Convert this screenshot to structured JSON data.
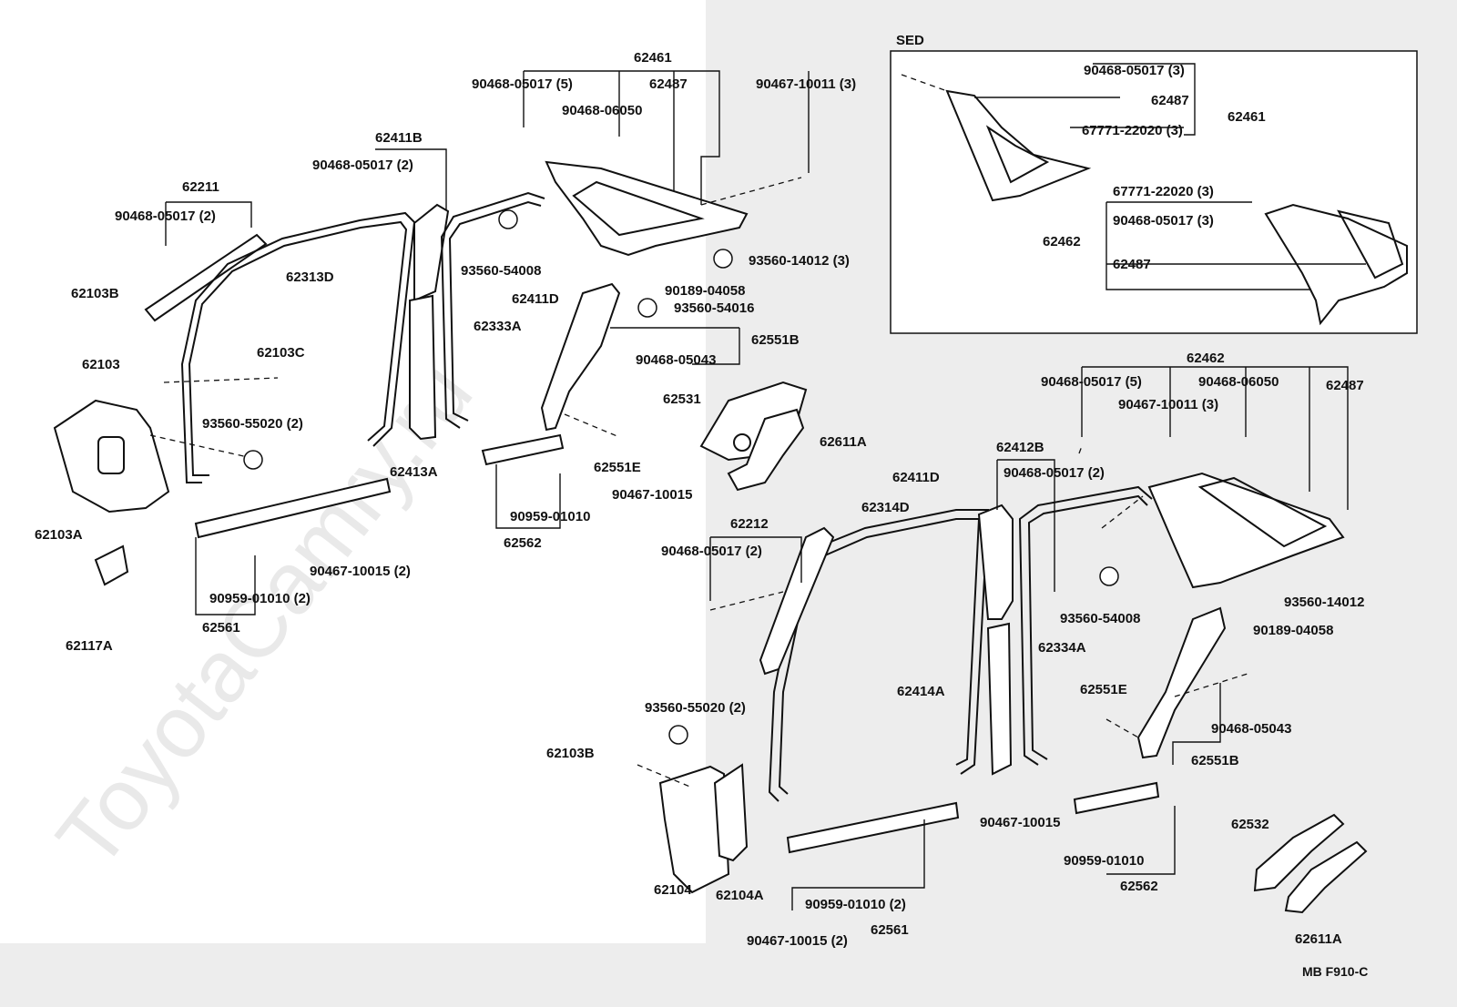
{
  "watermark": "ToyotaCamry.ru",
  "sed_label": "SED",
  "footer_code": "MB F910-C",
  "labels": {
    "l62461": "62461",
    "l90468_05017_5": "90468-05017 (5)",
    "l62487": "62487",
    "l90467_10011_3": "90467-10011 (3)",
    "l90468_06050": "90468-06050",
    "l62411B": "62411B",
    "l90468_05017_2a": "90468-05017 (2)",
    "l62211": "62211",
    "l90468_05017_2b": "90468-05017 (2)",
    "l62313D": "62313D",
    "l93560_54008": "93560-54008",
    "l62411D": "62411D",
    "l90189_04058": "90189-04058",
    "l93560_54016": "93560-54016",
    "l93560_14012_3": "93560-14012 (3)",
    "l62103B": "62103B",
    "l62103": "62103",
    "l62103C": "62103C",
    "l62333A": "62333A",
    "l62551B": "62551B",
    "l90468_05043": "90468-05043",
    "l93560_55020_2": "93560-55020 (2)",
    "l62413A": "62413A",
    "l62531": "62531",
    "l62611A": "62611A",
    "l62551E": "62551E",
    "l90467_10015": "90467-10015",
    "l90959_01010": "90959-01010",
    "l62562": "62562",
    "l62103A": "62103A",
    "l90467_10015_2": "90467-10015 (2)",
    "l90959_01010_2": "90959-01010 (2)",
    "l62561": "62561",
    "l62117A": "62117A",
    "s90468_05017_3": "90468-05017 (3)",
    "s62487": "62487",
    "s62461": "62461",
    "s67771_22020_3": "67771-22020 (3)",
    "s67771_22020_3b": "67771-22020 (3)",
    "s90468_05017_3b": "90468-05017 (3)",
    "s62462": "62462",
    "s62487b": "62487",
    "r62462": "62462",
    "r90468_05017_5": "90468-05017 (5)",
    "r90468_06050": "90468-06050",
    "r62487": "62487",
    "r90467_10011_3": "90467-10011 (3)",
    "r62412B": "62412B",
    "r62411D": "62411D",
    "r90468_05017_2": "90468-05017 (2)",
    "r62314D": "62314D",
    "r62212": "62212",
    "r90468_05017_2b": "90468-05017 (2)",
    "r93560_54008": "93560-54008",
    "r93560_14012": "93560-14012",
    "r90189_04058": "90189-04058",
    "r62334A": "62334A",
    "r62414A": "62414A",
    "r62551E": "62551E",
    "r90468_05043": "90468-05043",
    "r62551B": "62551B",
    "r93560_55020_2": "93560-55020 (2)",
    "r62103B": "62103B",
    "r62104": "62104",
    "r62104A": "62104A",
    "r90467_10015": "90467-10015",
    "r90959_01010": "90959-01010",
    "r62562": "62562",
    "r62532": "62532",
    "r62611A": "62611A",
    "r90959_01010_2": "90959-01010 (2)",
    "r62561": "62561",
    "r90467_10015_2": "90467-10015 (2)"
  }
}
